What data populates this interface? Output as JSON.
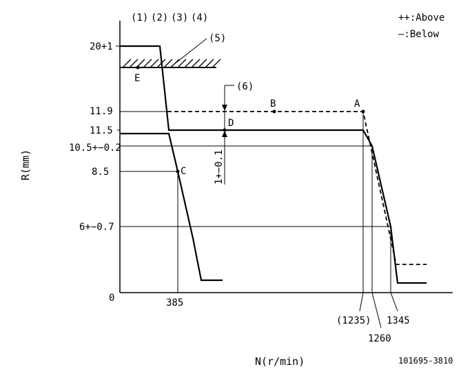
{
  "legend": {
    "above": "++:Above",
    "below": "—:Below"
  },
  "header_callouts": [
    "(1)",
    "(2)",
    "(3)",
    "(4)"
  ],
  "callout_5": "(5)",
  "callout_6": "(6)",
  "y_axis_label": "R(mm)",
  "x_axis_label": "N(r/min)",
  "y_ticks": [
    "20+1",
    "11.9",
    "11.5",
    "10.5+−0.2",
    "8.5",
    "6+−0.7",
    "0"
  ],
  "x_ticks": [
    "385",
    "(1235)",
    "1260",
    "1345"
  ],
  "tolerance_label": "1+−0.1",
  "points": [
    "A",
    "B",
    "C",
    "D",
    "E"
  ],
  "figure_code": "101695-3810",
  "chart_data": {
    "type": "line",
    "xlabel": "N(r/min)",
    "ylabel": "R(mm)",
    "series": [
      {
        "style": "solid",
        "x": [
          0,
          385,
          1235,
          1345
        ],
        "y": [
          11.5,
          8.5,
          11.5,
          6
        ]
      },
      {
        "style": "dashed",
        "x": [
          1235,
          1345
        ],
        "y": [
          11.9,
          6
        ]
      }
    ]
  }
}
